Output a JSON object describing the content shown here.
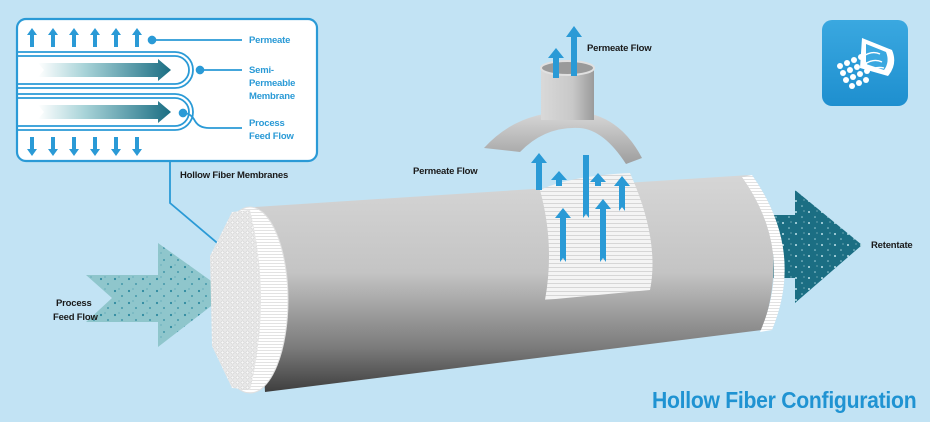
{
  "title": "Hollow Fiber Configuration",
  "colors": {
    "background": "#c2e3f4",
    "accent_blue": "#2a9ad6",
    "feed_arrow": "#8fc6cc",
    "retentate_arrow": "#1b6e83",
    "cylinder_light": "#d4d4d4",
    "cylinder_dark": "#555555",
    "label_text": "#1a1a1a"
  },
  "inset": {
    "labels": {
      "permeate": "Permeate",
      "membrane_line1": "Semi-",
      "membrane_line2": "Permeable",
      "membrane_line3": "Membrane",
      "feed_line1": "Process",
      "feed_line2": "Feed Flow"
    },
    "callout": "Hollow Fiber Membranes"
  },
  "labels": {
    "permeate_flow_top": "Permeate Flow",
    "permeate_flow_side": "Permeate Flow",
    "process_feed_line1": "Process",
    "process_feed_line2": "Feed Flow",
    "retentate": "Retentate"
  },
  "icons": {
    "badge": "fiber-bundle-icon"
  }
}
